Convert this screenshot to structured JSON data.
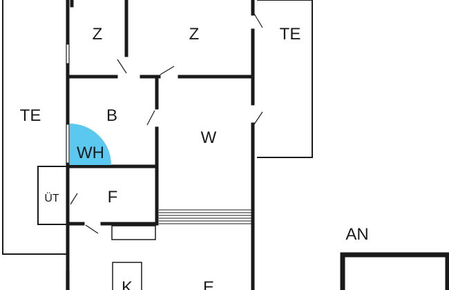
{
  "floor_plan": {
    "rooms": [
      {
        "id": "te-left",
        "label": "TE"
      },
      {
        "id": "z-left",
        "label": "Z"
      },
      {
        "id": "z-right",
        "label": "Z"
      },
      {
        "id": "te-right",
        "label": "TE"
      },
      {
        "id": "b",
        "label": "B"
      },
      {
        "id": "w",
        "label": "W"
      },
      {
        "id": "wh",
        "label": "WH"
      },
      {
        "id": "ut",
        "label": "ÜT"
      },
      {
        "id": "f-upper",
        "label": "F"
      },
      {
        "id": "k",
        "label": "K"
      },
      {
        "id": "e",
        "label": "E"
      },
      {
        "id": "an",
        "label": "AN"
      }
    ],
    "colors": {
      "wall": "#1a1a1a",
      "wh_area": "#5bc8f0",
      "background": "#ffffff"
    }
  }
}
